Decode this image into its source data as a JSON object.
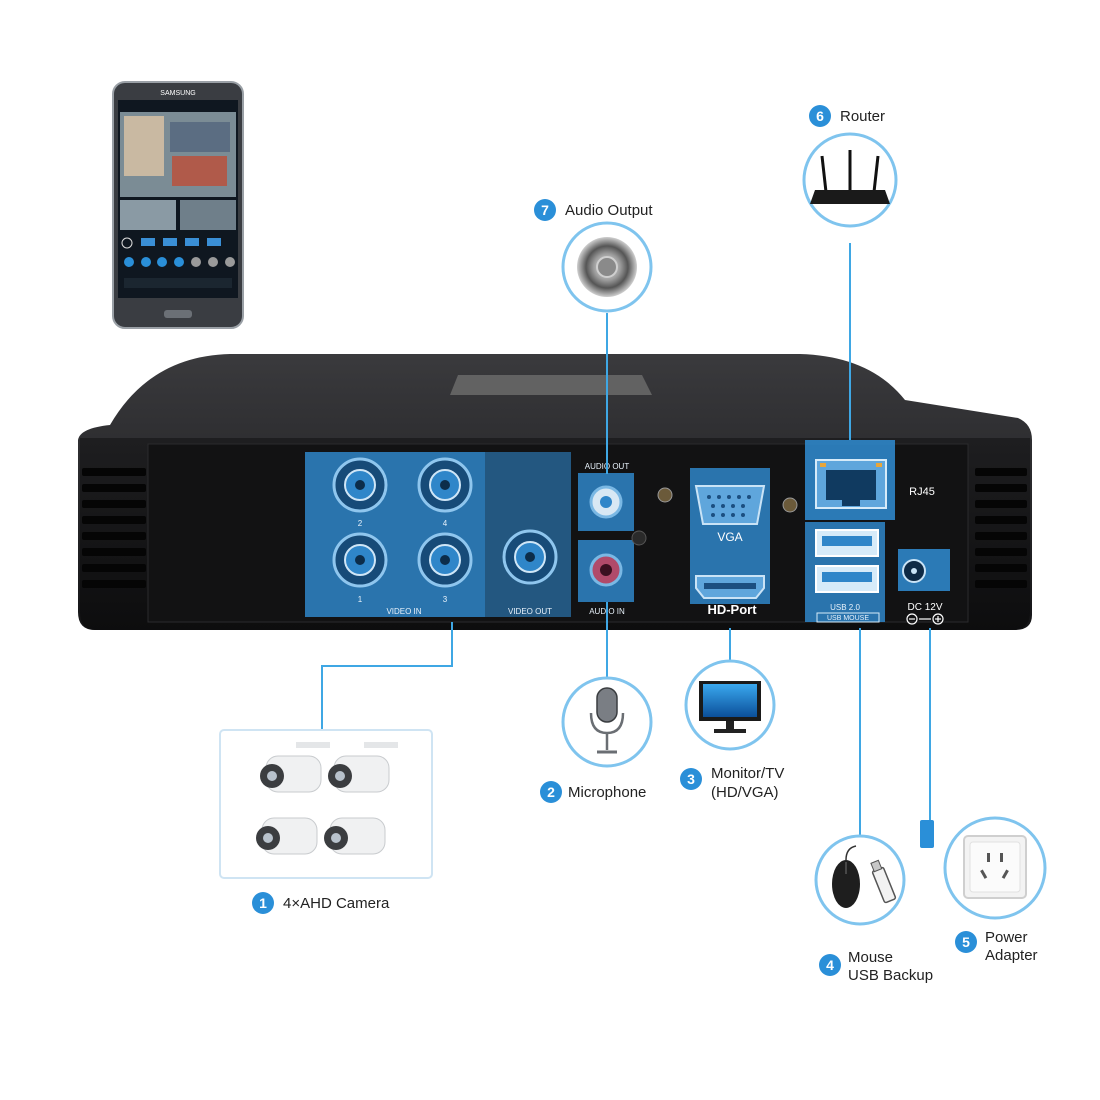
{
  "phone": {
    "brand": "SAMSUNG"
  },
  "dvr": {
    "port_labels": {
      "video_in": "VIDEO IN",
      "video_out": "VIDEO OUT",
      "audio_out": "AUDIO OUT",
      "audio_in": "AUDIO IN",
      "vga": "VGA",
      "hd_port": "HD-Port",
      "rj45": "RJ45",
      "usb": "USB 2.0",
      "usb_mouse": "USB MOUSE",
      "dc": "DC 12V",
      "bnc_1": "1",
      "bnc_2": "2",
      "bnc_3": "3",
      "bnc_4": "4"
    }
  },
  "callouts": [
    {
      "number": "1",
      "label": "4×AHD Camera"
    },
    {
      "number": "2",
      "label": "Microphone"
    },
    {
      "number": "3",
      "label_line1": "Monitor/TV",
      "label_line2": "(HD/VGA)"
    },
    {
      "number": "4",
      "label_line1": "Mouse",
      "label_line2": "USB Backup"
    },
    {
      "number": "5",
      "label_line1": "Power",
      "label_line2": "Adapter"
    },
    {
      "number": "6",
      "label": "Router"
    },
    {
      "number": "7",
      "label": "Audio Output"
    }
  ],
  "colors": {
    "accent": "#2a8fd8",
    "line": "#3fa7e4",
    "dvr_body": "#1c1c1e",
    "port_highlight": "#2f86c9"
  }
}
